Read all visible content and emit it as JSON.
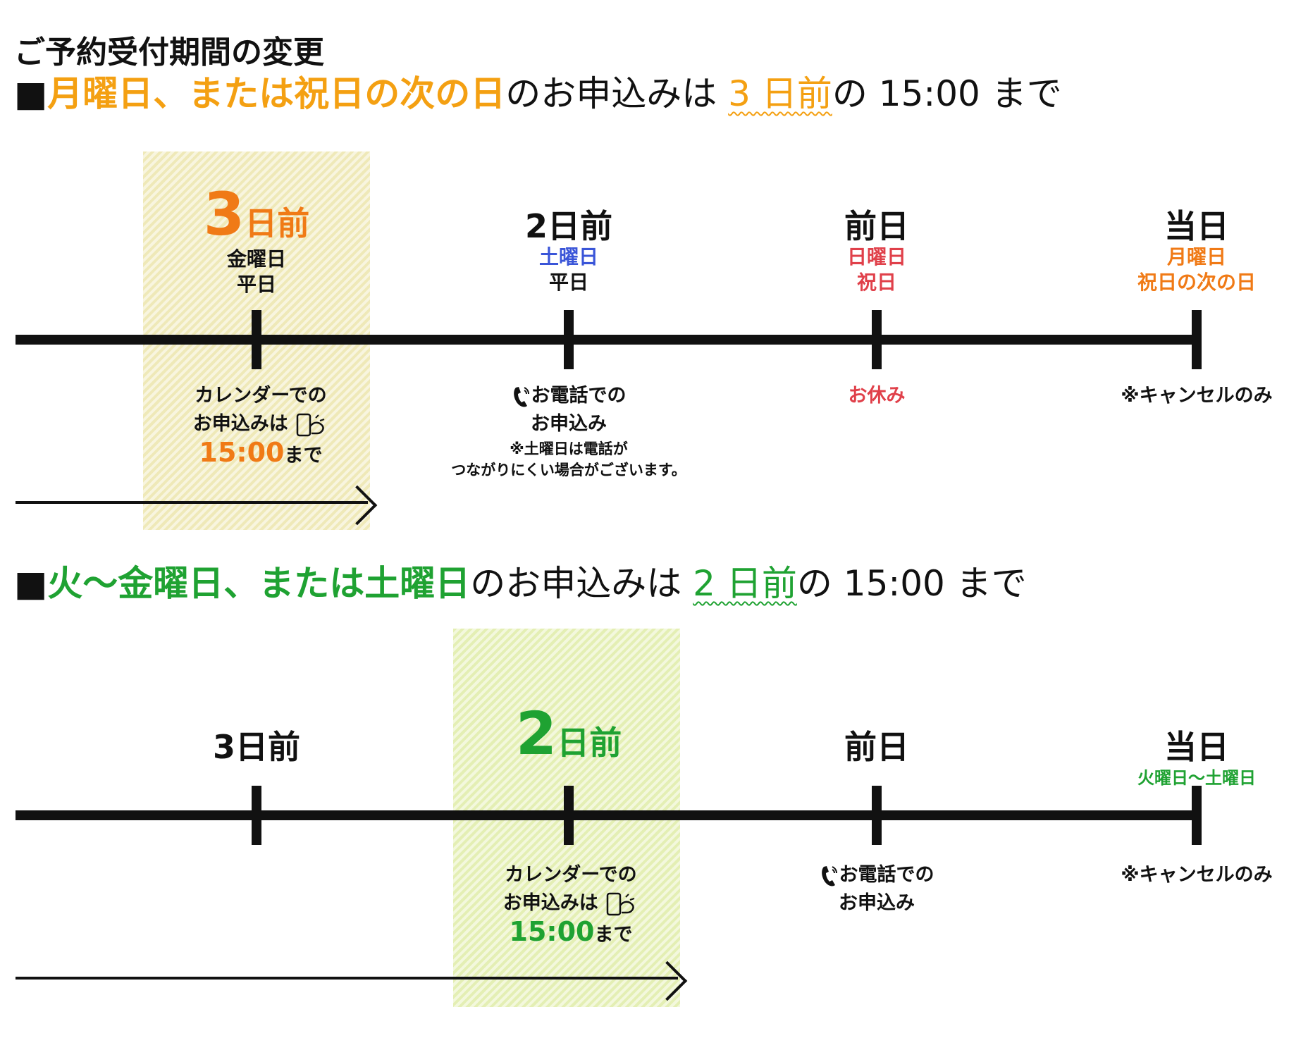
{
  "page_title": "ご予約受付期間の変更",
  "colors": {
    "orange": "#f07a16",
    "orange_light": "#f4a012",
    "green": "#1fa232",
    "blue": "#3a55d8",
    "red": "#e0404a",
    "hatch1": "#efe9b8",
    "hatch2": "#e4efb4"
  },
  "section1": {
    "bullet": "■",
    "highlight": "月曜日、または祝日の次の日",
    "text1": "のお申込みは",
    "days": "3 日前",
    "text2": "の 15:00 まで",
    "columns": [
      {
        "num": "3",
        "unit": "日前",
        "lines": [
          "金曜日",
          "平日"
        ]
      },
      {
        "label": "2日前",
        "lines": [
          "土曜日",
          "平日"
        ]
      },
      {
        "label": "前日",
        "lines": [
          "日曜日",
          "祝日"
        ]
      },
      {
        "label": "当日",
        "lines": [
          "月曜日",
          "祝日の次の日"
        ]
      }
    ],
    "notes": {
      "calendar_line1": "カレンダーでの",
      "calendar_line2": "お申込みは",
      "time": "15:00",
      "made": "まで",
      "phone_line1": "お電話での",
      "phone_line2": "お申込み",
      "phone_small1": "※土曜日は電話が",
      "phone_small2": "つながりにくい場合がございます。",
      "closed": "お休み",
      "cancel": "※キャンセルのみ"
    }
  },
  "section2": {
    "bullet": "■",
    "highlight": "火～金曜日、または土曜日",
    "text1": "のお申込みは",
    "days": "2 日前",
    "text2": "の 15:00 まで",
    "columns": [
      {
        "label": "3日前"
      },
      {
        "num": "2",
        "unit": "日前"
      },
      {
        "label": "前日"
      },
      {
        "label": "当日",
        "lines": [
          "火曜日～土曜日"
        ]
      }
    ],
    "notes": {
      "calendar_line1": "カレンダーでの",
      "calendar_line2": "お申込みは",
      "time": "15:00",
      "made": "まで",
      "phone_line1": "お電話での",
      "phone_line2": "お申込み",
      "cancel": "※キャンセルのみ"
    }
  }
}
